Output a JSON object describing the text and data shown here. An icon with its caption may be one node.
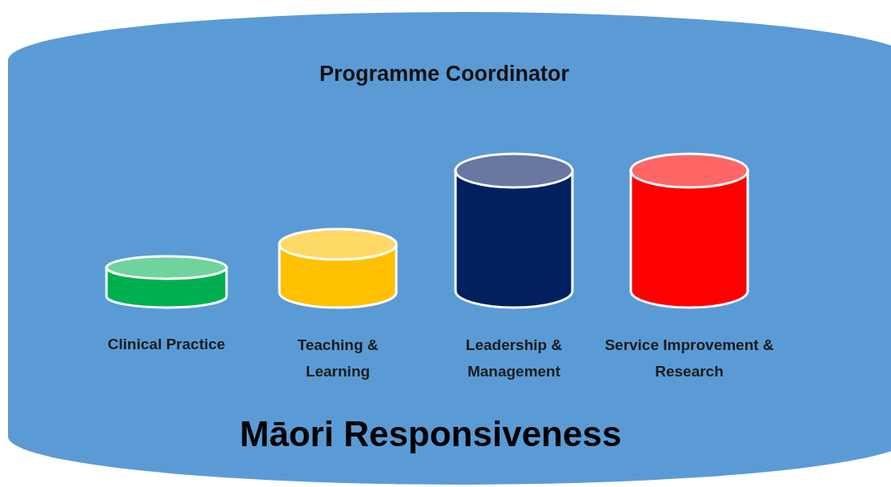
{
  "diagram": {
    "nodes": [
      {
        "text": [
          "Programme Coordinator",
          "Māori Responsiveness"
        ]
      },
      {
        "text": [
          "Clinical Practice"
        ],
        "in": 0
      },
      {
        "text": [
          "Teaching & Learning"
        ],
        "in": 0
      },
      {
        "text": [
          "Leadership & Management"
        ],
        "in": 0
      },
      {
        "text": [
          "Service Improvement & Research"
        ],
        "in": 0
      }
    ]
  }
}
